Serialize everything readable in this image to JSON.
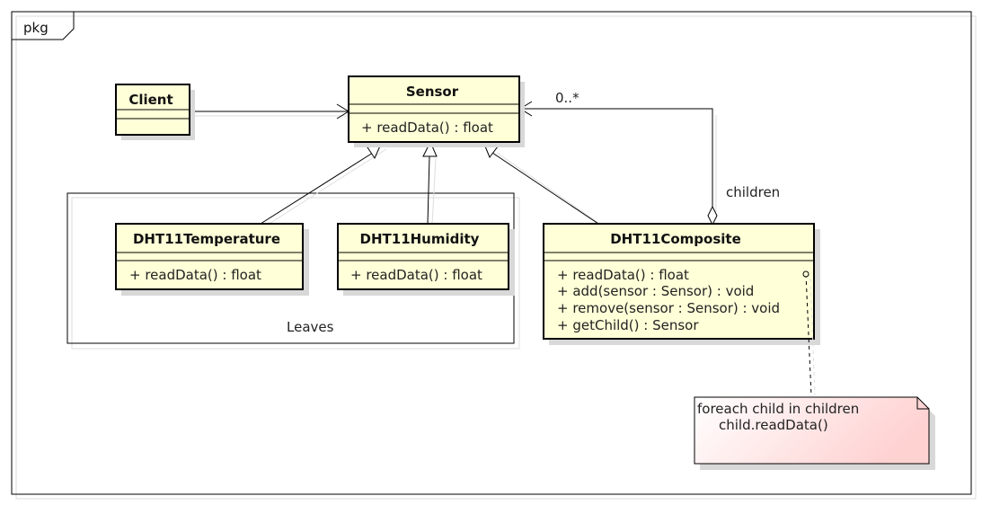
{
  "frame": {
    "label": "pkg"
  },
  "colors": {
    "class_fill": "#ffffd8",
    "note_fill_start": "#ffffff",
    "note_fill_end": "#ffd2d2",
    "stroke": "#000000",
    "shadow": "#d8d8d8"
  },
  "classes": {
    "client": {
      "name": "Client"
    },
    "sensor": {
      "name": "Sensor",
      "operations": [
        "+ readData() : float"
      ]
    },
    "temperature": {
      "name": "DHT11Temperature",
      "operations": [
        "+ readData() : float"
      ]
    },
    "humidity": {
      "name": "DHT11Humidity",
      "operations": [
        "+ readData() : float"
      ]
    },
    "composite": {
      "name": "DHT11Composite",
      "operations": [
        "+ readData() : float",
        "+ add(sensor : Sensor) : void",
        "+ remove(sensor : Sensor) : void",
        "+ getChild() : Sensor"
      ]
    }
  },
  "group": {
    "label": "Leaves"
  },
  "association": {
    "multiplicity": "0..*",
    "role": "children"
  },
  "note": {
    "lines": [
      "foreach child in children",
      "child.readData()"
    ]
  }
}
